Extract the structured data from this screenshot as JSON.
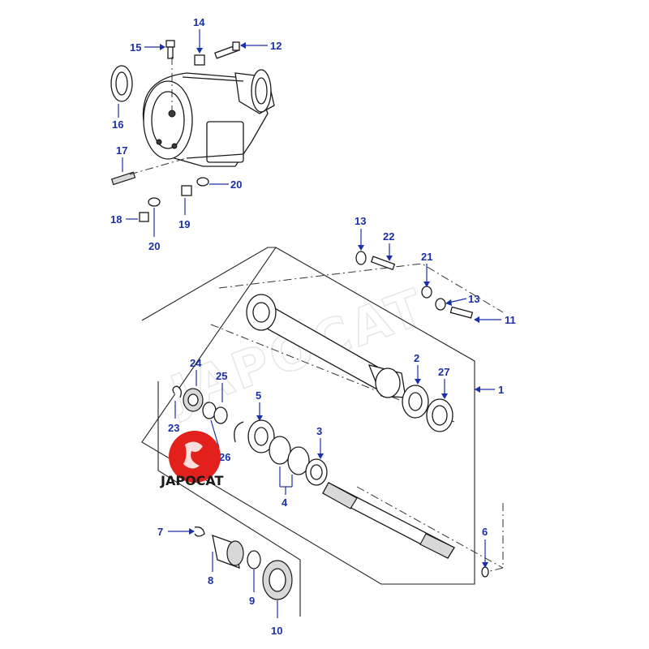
{
  "watermark": "JAPOCAT",
  "logo": {
    "text": "JAPOCAT",
    "color": "#e3211c"
  },
  "accent_color": "#1b2fa8",
  "callouts": {
    "n1": "1",
    "n2": "2",
    "n3": "3",
    "n4": "4",
    "n5": "5",
    "n6": "6",
    "n7": "7",
    "n8": "8",
    "n9": "9",
    "n10": "10",
    "n11": "11",
    "n12": "12",
    "n13a": "13",
    "n13b": "13",
    "n14": "14",
    "n15": "15",
    "n16": "16",
    "n17": "17",
    "n18": "18",
    "n19": "19",
    "n20a": "20",
    "n20b": "20",
    "n21": "21",
    "n22": "22",
    "n23": "23",
    "n24": "24",
    "n25": "25",
    "n26": "26",
    "n27": "27"
  }
}
